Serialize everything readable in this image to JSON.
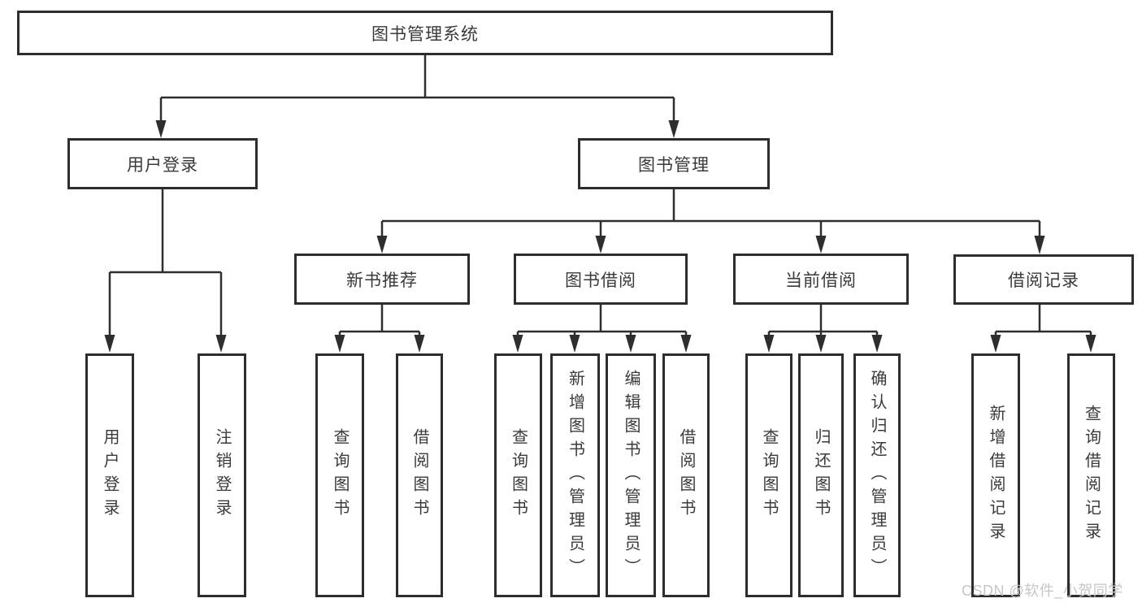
{
  "diagram": {
    "root": {
      "label": "图书管理系统"
    },
    "user_login": {
      "label": "用户登录",
      "children": {
        "login": "用户登录",
        "logout": "注销登录"
      }
    },
    "book_management": {
      "label": "图书管理",
      "new_book_recommend": {
        "label": "新书推荐",
        "children": {
          "query_book": "查询图书",
          "borrow_book": "借阅图书"
        }
      },
      "book_borrow": {
        "label": "图书借阅",
        "children": {
          "query_book": "查询图书",
          "add_book": "新增图书（管理员）",
          "edit_book": "编辑图书（管理员）",
          "borrow_book": "借阅图书"
        }
      },
      "current_borrow": {
        "label": "当前借阅",
        "children": {
          "query_book": "查询图书",
          "return_book": "归还图书",
          "confirm_return": "确认归还（管理员）"
        }
      },
      "borrow_records": {
        "label": "借阅记录",
        "children": {
          "add_record": "新增借阅记录",
          "query_record": "查询借阅记录"
        }
      }
    }
  },
  "watermark": {
    "text": "CSDN @软件_小贺同学"
  },
  "colors": {
    "line": "#2e2e2e",
    "text": "#3a3a3a",
    "box_border": "#2d2d2d",
    "background": "#ffffff",
    "watermark": "#c6c6c6"
  }
}
